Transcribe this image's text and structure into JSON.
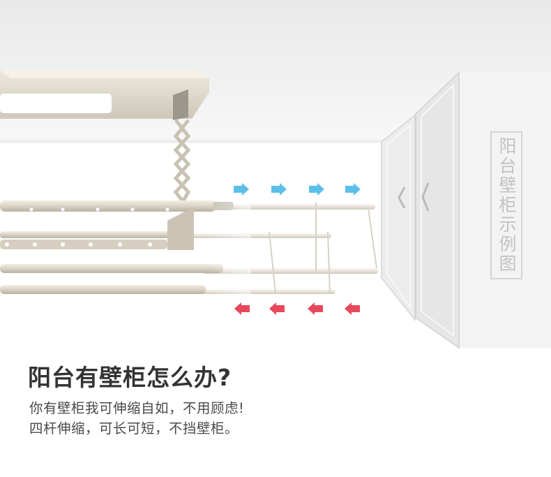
{
  "cabinet": {
    "label": "阳台壁柜示例图"
  },
  "caption": {
    "headline": "阳台有壁柜怎么办?",
    "line1": "你有壁柜我可伸缩自如，不用顾虑!",
    "line2": "四杆伸缩，可长可短，不挡壁柜。"
  },
  "colors": {
    "extend_arrow": "#5bbfea",
    "retract_arrow": "#e8485c",
    "rod": "#ddd6c8",
    "headline": "#333333"
  },
  "icons": {
    "extend": "arrow-right-icon",
    "retract": "arrow-left-icon"
  }
}
